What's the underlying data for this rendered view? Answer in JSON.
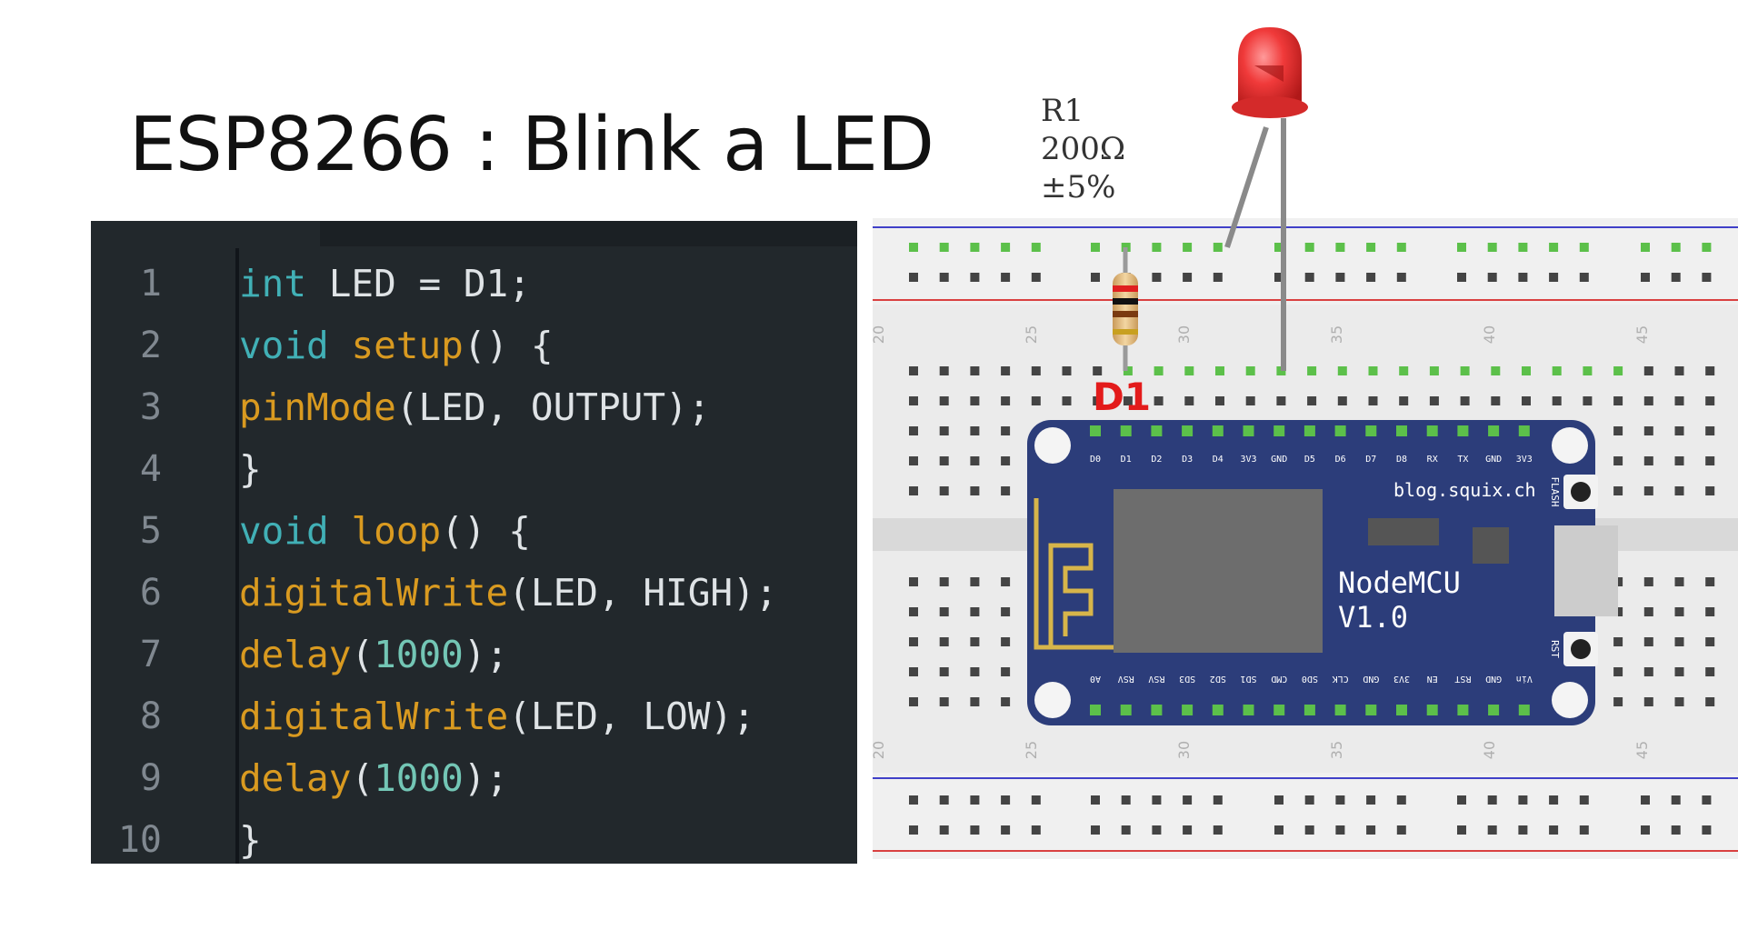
{
  "title": "ESP8266 : Blink a LED",
  "code": {
    "lines": [
      {
        "num": "1",
        "tokens": [
          {
            "t": "int",
            "c": "type"
          },
          {
            "t": " LED = D1;",
            "c": "plain"
          }
        ]
      },
      {
        "num": "2",
        "tokens": [
          {
            "t": "void",
            "c": "type"
          },
          {
            "t": " ",
            "c": "plain"
          },
          {
            "t": "setup",
            "c": "fn"
          },
          {
            "t": "() {",
            "c": "plain"
          }
        ]
      },
      {
        "num": "3",
        "tokens": [
          {
            "t": "pinMode",
            "c": "fn"
          },
          {
            "t": "(LED, OUTPUT);",
            "c": "plain"
          }
        ]
      },
      {
        "num": "4",
        "tokens": [
          {
            "t": "}",
            "c": "plain"
          }
        ]
      },
      {
        "num": "5",
        "tokens": [
          {
            "t": "void",
            "c": "type"
          },
          {
            "t": " ",
            "c": "plain"
          },
          {
            "t": "loop",
            "c": "fn"
          },
          {
            "t": "() {",
            "c": "plain"
          }
        ]
      },
      {
        "num": "6",
        "tokens": [
          {
            "t": "digitalWrite",
            "c": "fn"
          },
          {
            "t": "(LED, HIGH);",
            "c": "plain"
          }
        ]
      },
      {
        "num": "7",
        "tokens": [
          {
            "t": "delay",
            "c": "fn"
          },
          {
            "t": "(",
            "c": "plain"
          },
          {
            "t": "1000",
            "c": "num"
          },
          {
            "t": ");",
            "c": "plain"
          }
        ]
      },
      {
        "num": "8",
        "tokens": [
          {
            "t": "digitalWrite",
            "c": "fn"
          },
          {
            "t": "(LED, LOW);",
            "c": "plain"
          }
        ]
      },
      {
        "num": "9",
        "tokens": [
          {
            "t": "delay",
            "c": "fn"
          },
          {
            "t": "(",
            "c": "plain"
          },
          {
            "t": "1000",
            "c": "num"
          },
          {
            "t": ");",
            "c": "plain"
          }
        ]
      },
      {
        "num": "10",
        "tokens": [
          {
            "t": "}",
            "c": "plain"
          }
        ]
      }
    ]
  },
  "circuit": {
    "resistor": {
      "name": "R1",
      "value": "200Ω",
      "tolerance": "±5%"
    },
    "pin_label": "D1",
    "board": {
      "url": "blog.squix.ch",
      "name_line1": "NodeMCU",
      "name_line2": "V1.0",
      "flash_label": "FLASH",
      "rst_label": "RST",
      "top_pins": [
        "D0",
        "D1",
        "D2",
        "D3",
        "D4",
        "3V3",
        "GND",
        "D5",
        "D6",
        "D7",
        "D8",
        "RX",
        "TX",
        "GND",
        "3V3"
      ],
      "bottom_pins": [
        "A0",
        "RSV",
        "RSV",
        "SD3",
        "SD2",
        "SD1",
        "CMD",
        "SD0",
        "CLK",
        "GND",
        "3V3",
        "EN",
        "RST",
        "GND",
        "Vin"
      ]
    },
    "column_numbers": [
      "20",
      "25",
      "30",
      "35",
      "40",
      "45"
    ],
    "colors": {
      "board": "#2c3d7a",
      "led": "#e83030",
      "pin_label": "#e31b1b",
      "hole_highlight": "#5cc04a",
      "rail_red": "#d94040",
      "rail_blue": "#4040c8"
    }
  }
}
